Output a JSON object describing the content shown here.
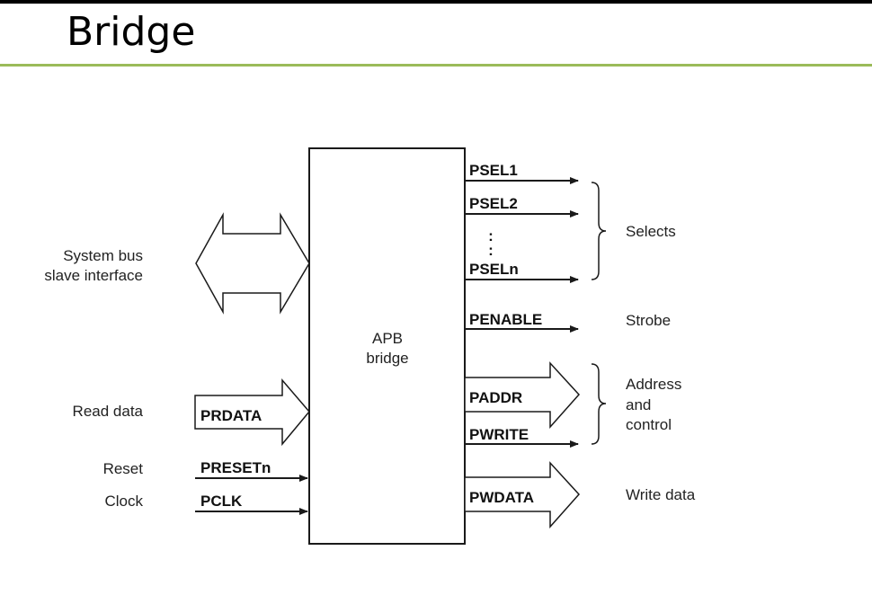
{
  "slide": {
    "title": "Bridge"
  },
  "diagram": {
    "block_label": [
      "APB",
      "bridge"
    ],
    "left_labels": {
      "system_bus": [
        "System bus",
        "slave interface"
      ],
      "read_data": "Read data",
      "reset": "Reset",
      "clock": "Clock"
    },
    "left_signals": {
      "prdata": "PRDATA",
      "presetn": "PRESETn",
      "pclk": "PCLK"
    },
    "right_signals": {
      "psel1": "PSEL1",
      "psel2": "PSEL2",
      "ellipsis": ":",
      "pseln": "PSELn",
      "penable": "PENABLE",
      "paddr": "PADDR",
      "pwrite": "PWRITE",
      "pwdata": "PWDATA"
    },
    "right_labels": {
      "selects": "Selects",
      "strobe": "Strobe",
      "address_control": [
        "Address",
        "and",
        "control"
      ],
      "write_data": "Write data"
    },
    "colors": {
      "title_rule": "#9bbb59",
      "top_bar": "#000000",
      "stroke": "#1a1a1a"
    }
  }
}
